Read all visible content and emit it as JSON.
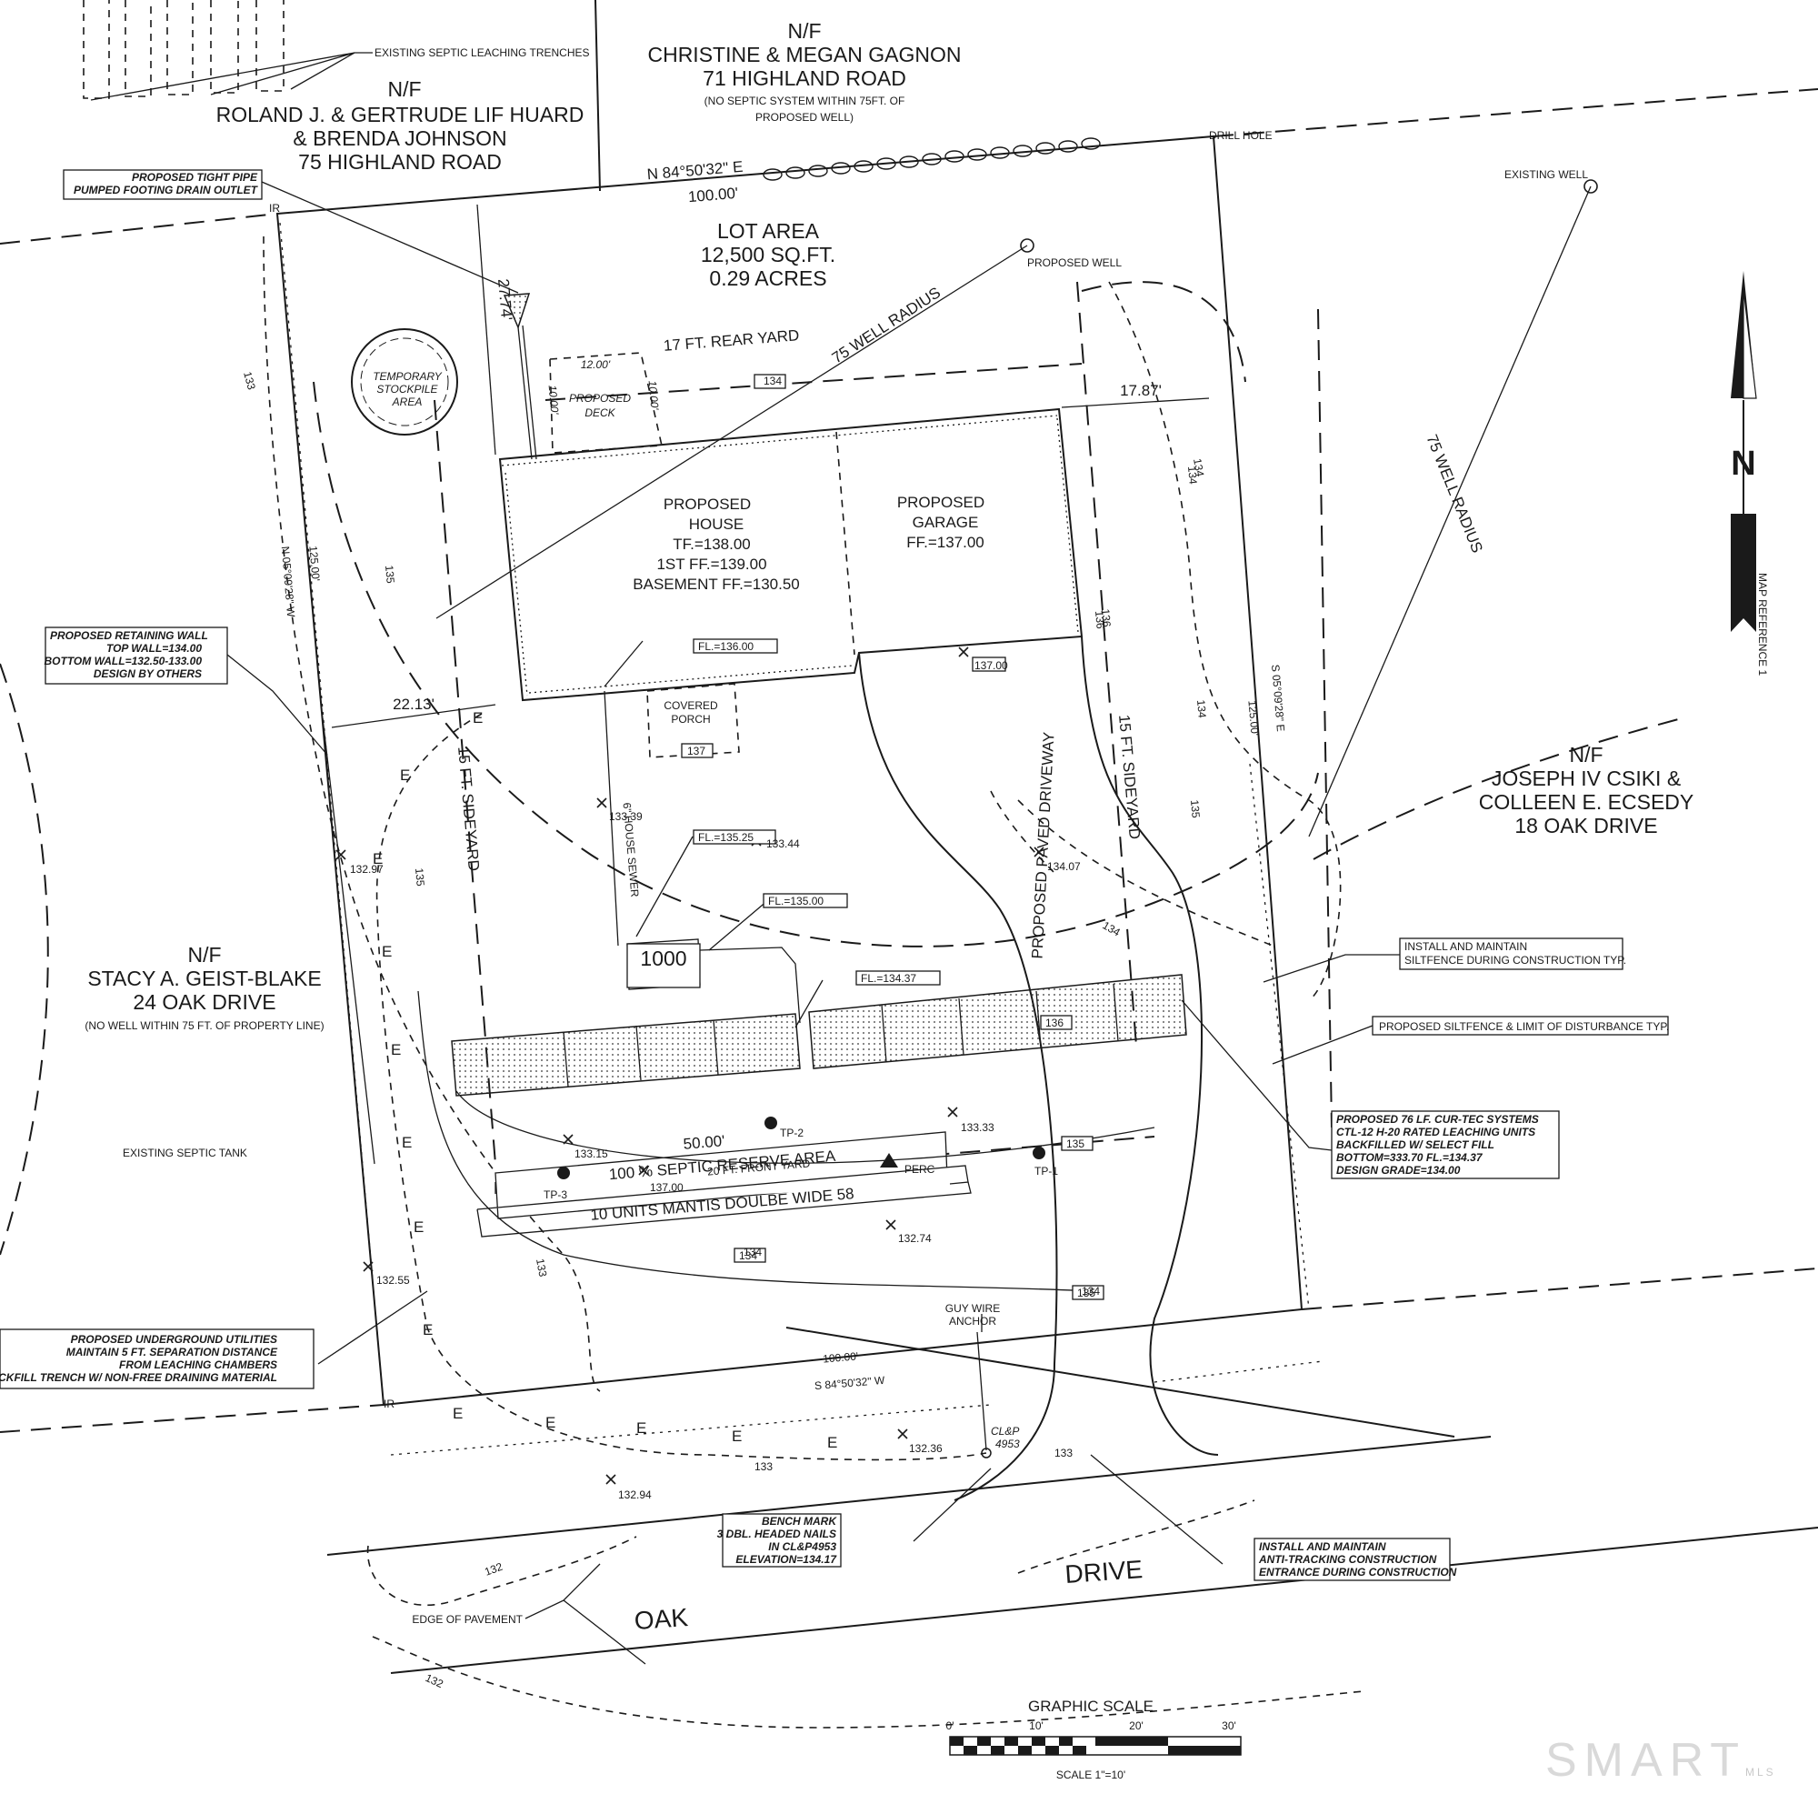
{
  "owners": {
    "north": {
      "nf": "N/F",
      "name": "CHRISTINE & MEGAN GAGNON",
      "address": "71 HIGHLAND ROAD",
      "note1": "(NO SEPTIC SYSTEM WITHIN 75FT. OF",
      "note2": "PROPOSED WELL)"
    },
    "northwest": {
      "nf": "N/F",
      "name1": "ROLAND J. & GERTRUDE LIF HUARD",
      "name2": "& BRENDA JOHNSON",
      "address": "75 HIGHLAND ROAD"
    },
    "east": {
      "nf": "N/F",
      "name1": "JOSEPH IV CSIKI &",
      "name2": "COLLEEN E. ECSEDY",
      "address": "18 OAK DRIVE"
    },
    "west": {
      "nf": "N/F",
      "name": "STACY A. GEIST-BLAKE",
      "address": "24 OAK DRIVE",
      "note": "(NO WELL WITHIN 75 FT. OF PROPERTY LINE)"
    }
  },
  "lot": {
    "title": "LOT AREA",
    "sqft": "12,500 SQ.FT.",
    "acres": "0.29 ACRES"
  },
  "bearings": {
    "north": "N 84°50'32\" E",
    "north_dist": "100.00'",
    "south": "S 84°50'32\" W",
    "south_dist": "100.00'",
    "west": "N 05°09'28\" W",
    "west_dist": "125.00'",
    "east": "S 05°09'28\" E",
    "east_dist": "125.00'"
  },
  "house": {
    "l1": "PROPOSED",
    "l2": "HOUSE",
    "l3": "TF.=138.00",
    "l4": "1ST FF.=139.00",
    "l5": "BASEMENT FF.=130.50"
  },
  "garage": {
    "l1": "PROPOSED",
    "l2": "GARAGE",
    "l3": "FF.=137.00"
  },
  "deck": {
    "l1": "PROPOSED",
    "l2": "DECK",
    "w": "12.00'",
    "h1": "10.00'",
    "h2": "10.00'"
  },
  "porch": {
    "l1": "COVERED",
    "l2": "PORCH"
  },
  "yards": {
    "rear": "17 FT. REAR YARD",
    "side_left": "15 FT. SIDEYARD",
    "side_right": "15 FT. SIDEYARD",
    "front": "20 FT. FRONT YARD"
  },
  "dims": {
    "d1": "27.74'",
    "d2": "17.87'",
    "d3": "22.13'",
    "d4": "50.00'"
  },
  "septic": {
    "reserve": "100 % SEPTIC RESERVE AREA",
    "units": "10 UNITS MANTIS DOULBE WIDE 58",
    "tank": "1000",
    "house_sewer": "6\" HOUSE SEWER"
  },
  "driveway": "PROPOSED PAVED DRIVEWAY",
  "wells": {
    "proposed": "PROPOSED WELL",
    "existing": "EXISTING WELL",
    "radius1": "75 WELL RADIUS",
    "radius2": "75 WELL RADIUS",
    "drill": "DRILL HOLE",
    "ir1": "IR",
    "ir2": "IR"
  },
  "stockpile": {
    "l1": "TEMPORARY",
    "l2": "STOCKPILE",
    "l3": "AREA"
  },
  "callouts": {
    "trenches": "EXISTING SEPTIC LEACHING TRENCHES",
    "tight_pipe1": "PROPOSED TIGHT PIPE",
    "tight_pipe2": "PUMPED FOOTING DRAIN OUTLET",
    "wall1": "PROPOSED RETAINING WALL",
    "wall2": "TOP WALL=134.00",
    "wall3": "BOTTOM WALL=132.50-133.00",
    "wall4": "DESIGN BY OTHERS",
    "siltfence1": "INSTALL AND MAINTAIN",
    "siltfence2": "SILTFENCE DURING CONSTRUCTION TYP.",
    "limit": "PROPOSED SILTFENCE & LIMIT OF DISTURBANCE TYP.",
    "curtec1": "PROPOSED 76 LF. CUR-TEC SYSTEMS",
    "curtec2": "CTL-12 H-20 RATED LEACHING UNITS",
    "curtec3": "BACKFILLED W/ SELECT FILL",
    "curtec4": "BOTTOM=333.70 FL.=134.37",
    "curtec5": "DESIGN GRADE=134.00",
    "tank": "EXISTING SEPTIC TANK",
    "util1": "PROPOSED UNDERGROUND UTILITIES",
    "util2": "MAINTAIN 5 FT. SEPARATION DISTANCE",
    "util3": "FROM LEACHING CHAMBERS",
    "util4": "BACKFILL TRENCH W/ NON-FREE DRAINING MATERIAL",
    "guy1": "GUY WIRE",
    "guy2": "ANCHOR",
    "pole1": "CL&P",
    "pole2": "4953",
    "bench1": "BENCH MARK",
    "bench2": "3 DBL. HEADED NAILS",
    "bench3": "IN CL&P4953",
    "bench4": "ELEVATION=134.17",
    "track1": "INSTALL AND MAINTAIN",
    "track2": "ANTI-TRACKING CONSTRUCTION",
    "track3": "ENTRANCE DURING CONSTRUCTION",
    "pavement": "EDGE OF PAVEMENT"
  },
  "road": {
    "w1": "OAK",
    "w2": "DRIVE"
  },
  "flowlines": {
    "f1": "FL.=136.00",
    "f2": "FL.=135.25",
    "f3": "FL.=135.00",
    "f4": "FL.=134.37"
  },
  "spots": {
    "s1": "133.39",
    "s2": "133.44",
    "s3": "132.97",
    "s4": "134.07",
    "s5": "137.00",
    "s6": "133.15",
    "s7": "133.33",
    "s8": "137.00",
    "s9": "132.74",
    "s10": "132.55",
    "s11": "132.36",
    "s12": "132.94"
  },
  "contours": {
    "c1": "133",
    "c2": "134",
    "c3": "134",
    "c4": "134",
    "c5": "134",
    "c6": "135",
    "c7": "135",
    "c8": "135",
    "c9": "135",
    "c10": "136",
    "c11": "136",
    "c12": "137",
    "c13": "133",
    "c14": "133",
    "c15": "133",
    "c16": "132",
    "c17": "132",
    "c18": "134",
    "c19": "134",
    "c20": "134",
    "c21": "134",
    "c22": "135",
    "c23": "136"
  },
  "test_pits": {
    "tp1": "TP-1",
    "tp2": "TP-2",
    "tp3": "TP-3",
    "perc": "PERC"
  },
  "elec": "E",
  "north_arrow": {
    "n": "N",
    "ref": "MAP REFERENCE 1"
  },
  "scale": {
    "title": "GRAPHIC SCALE",
    "t0": "0'",
    "t10": "10'",
    "t20": "20'",
    "t30": "30'",
    "note": "SCALE 1\"=10'"
  },
  "watermark": {
    "main": "SMART",
    "sub": "MLS"
  }
}
